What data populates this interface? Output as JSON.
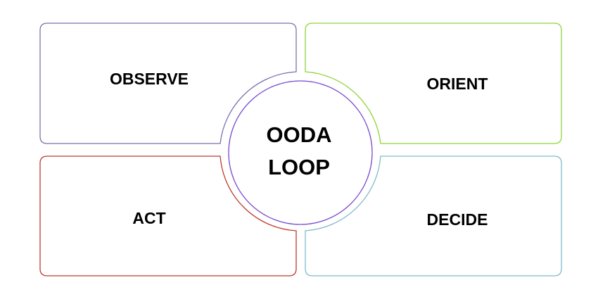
{
  "diagram": {
    "title": "OODA LOOP",
    "center": {
      "lines": [
        "OODA",
        "LOOP"
      ],
      "stroke_color": "#7a4fd0"
    },
    "quadrants": [
      {
        "id": "observe",
        "label": "OBSERVE",
        "position": "top-left",
        "stroke_color": "#7b6fb0"
      },
      {
        "id": "orient",
        "label": "ORIENT",
        "position": "top-right",
        "stroke_color": "#8fd43a"
      },
      {
        "id": "act",
        "label": "ACT",
        "position": "bottom-left",
        "stroke_color": "#c0392b"
      },
      {
        "id": "decide",
        "label": "DECIDE",
        "position": "bottom-right",
        "stroke_color": "#7fbacc"
      }
    ]
  }
}
